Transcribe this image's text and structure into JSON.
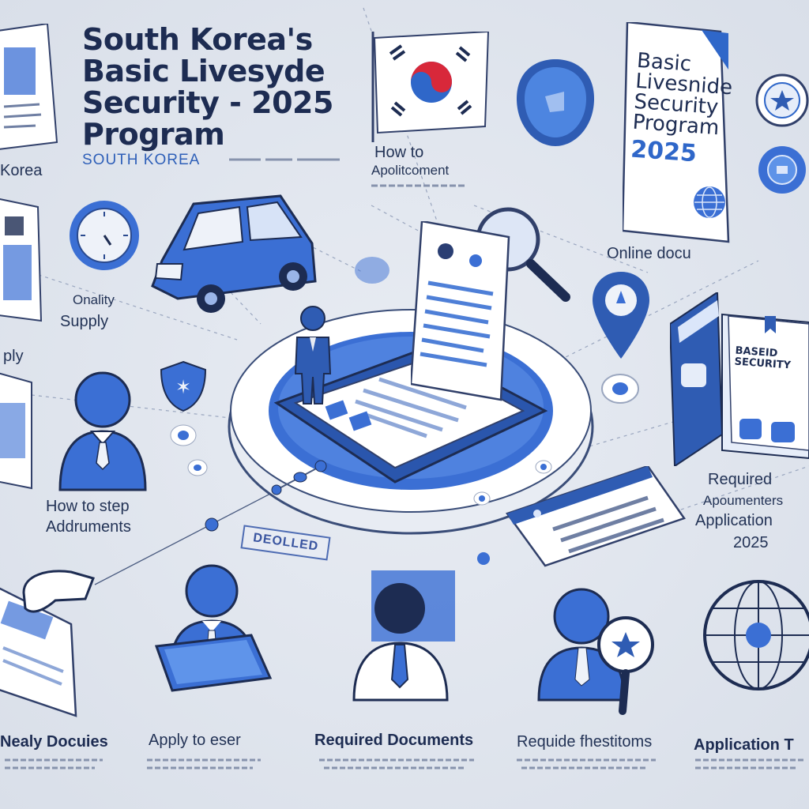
{
  "header": {
    "title_lines": [
      "South Korea's",
      "Basic Livesyde",
      "Security - 2025",
      "Program"
    ],
    "subtitle": "SOUTH KOREA"
  },
  "labels": {
    "korea": "Korea",
    "how_to": "How to",
    "apply_comment": "Apolitcoment",
    "online_docu": "Online docu",
    "onality": "Onality",
    "supply": "Supply",
    "ply": "ply",
    "how_to_step": "How to step",
    "adduments": "Addruments",
    "required": "Required",
    "apoumenters": "Apoumenters",
    "application": "Application",
    "year": "2025",
    "stamp": "DEOLLED",
    "nealy_docu": "Nealy Docuies",
    "apply_to": "Apply to eser",
    "required_documents": "Required Documents",
    "requide_fhestitoms": "Requide fhestitoms",
    "application_t": "Application T"
  },
  "poster": {
    "lines": [
      "Basic",
      "Livesnide",
      "Security",
      "Program"
    ],
    "year": "2025"
  },
  "binder_card": {
    "lines": [
      "BASEID",
      "SECURITY"
    ]
  },
  "colors": {
    "background": "#dfe4ed",
    "accent": "#3b6fd4",
    "dark": "#1d2c52"
  }
}
